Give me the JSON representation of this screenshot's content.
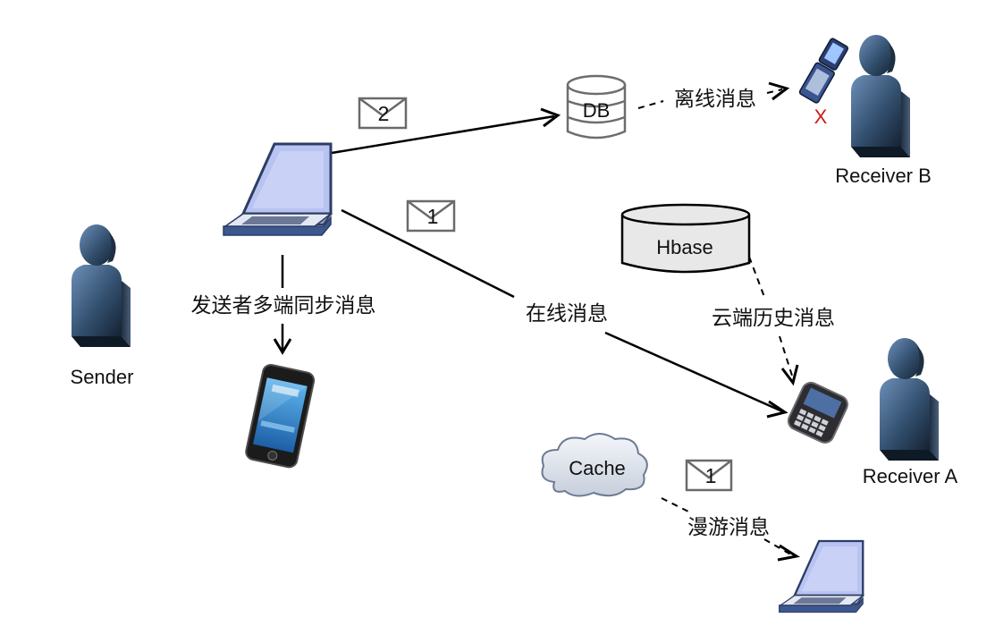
{
  "actors": {
    "sender": "Sender",
    "receiver_a": "Receiver A",
    "receiver_b": "Receiver B"
  },
  "storage": {
    "db": "DB",
    "hbase": "Hbase",
    "cache": "Cache"
  },
  "edges": {
    "offline": "离线消息",
    "online": "在线消息",
    "multi_sync": "发送者多端同步消息",
    "cloud_history": "云端历史消息",
    "roaming": "漫游消息"
  },
  "envelopes": {
    "to_db": "2",
    "online": "1",
    "roaming": "1"
  },
  "status": {
    "offline_mark": "X"
  },
  "colors": {
    "person_dark": "#1d3047",
    "person_light": "#5b7da6",
    "laptop_screen": "#b9c3f2",
    "phone_screen": "#3a8fd6",
    "offline_mark": "#cc1b1b",
    "storage_fill": "#e8e8e8"
  }
}
